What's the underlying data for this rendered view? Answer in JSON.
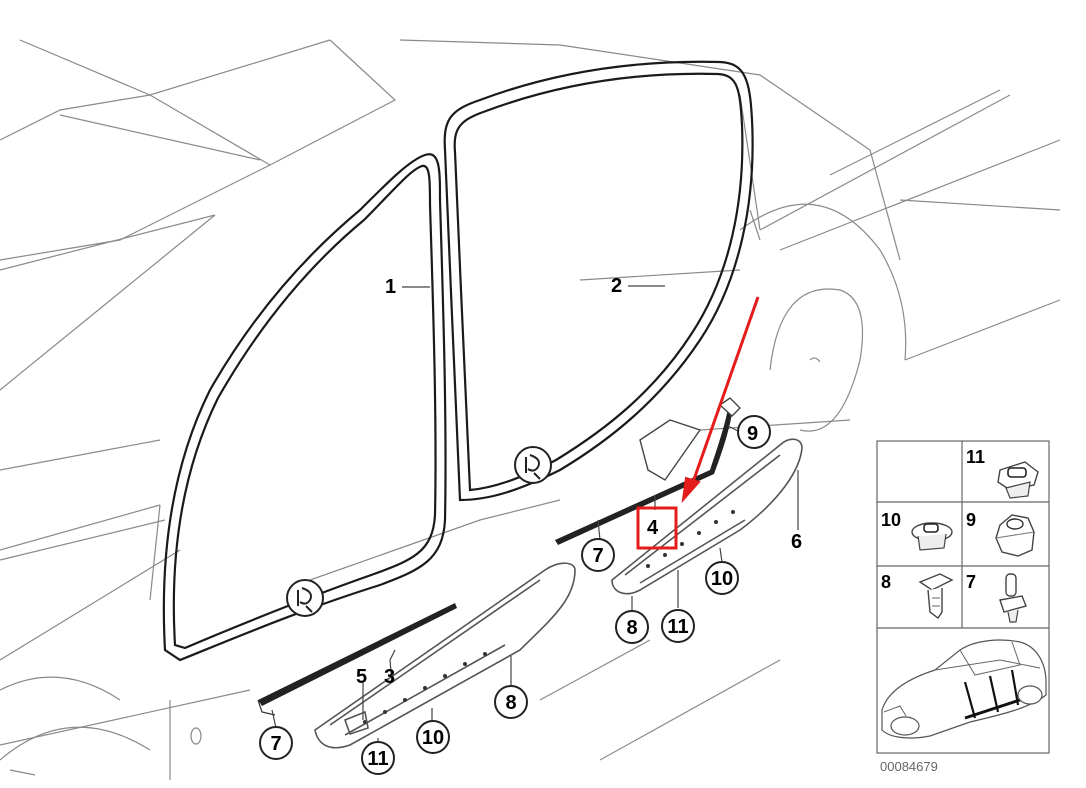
{
  "labels": {
    "n1": "1",
    "n2": "2",
    "n3": "3",
    "n4": "4",
    "n5": "5",
    "n6": "6",
    "n7a": "7",
    "n7b": "7",
    "n8a": "8",
    "n8b": "8",
    "n9": "9",
    "n10a": "10",
    "n10b": "10",
    "n11a": "11",
    "n11b": "11"
  },
  "legend": {
    "items": [
      "11",
      "10",
      "9",
      "8",
      "7"
    ]
  },
  "diagram_id": "00084679",
  "colors": {
    "highlight": "#e51c1c",
    "linework": "#555555"
  }
}
